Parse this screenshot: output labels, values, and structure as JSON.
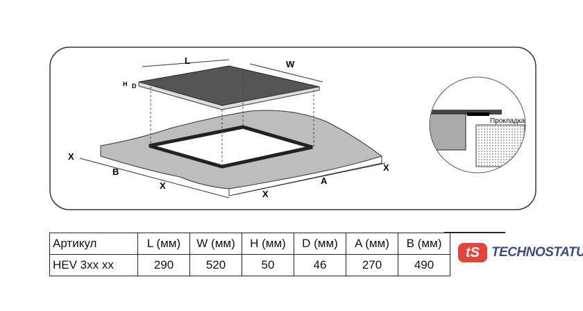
{
  "diagram": {
    "labels": {
      "L": "L",
      "W": "W",
      "H": "H",
      "D": "D",
      "X": "X",
      "A": "A",
      "B": "B"
    },
    "gasket_label": "Прокладка"
  },
  "table": {
    "headers": [
      "Артикул",
      "L (мм)",
      "W (мм)",
      "H (мм)",
      "D (мм)",
      "A (мм)",
      "B (мм)"
    ],
    "rows": [
      [
        "HEV 3xx xx",
        "290",
        "520",
        "50",
        "46",
        "270",
        "490"
      ]
    ]
  },
  "logo": {
    "mark": "tS",
    "text": "TECHNOSTATUS",
    "color": "#e2453c"
  }
}
